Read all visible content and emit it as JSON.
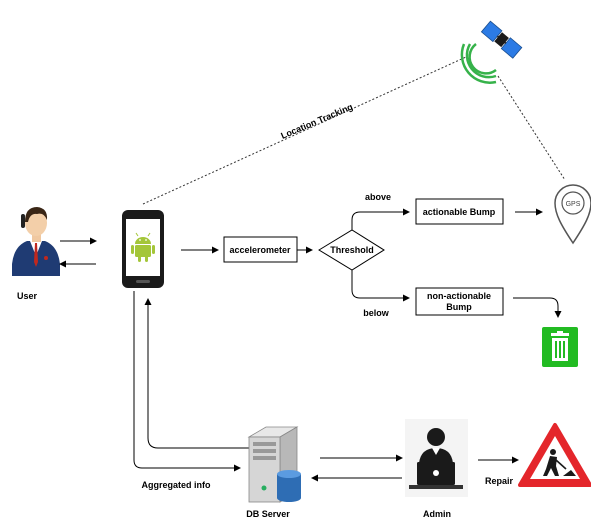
{
  "nodes": {
    "user": "User",
    "accelerometer": "accelerometer",
    "threshold": "Threshold",
    "actionable": "actionable Bump",
    "non_actionable_line1": "non-actionable",
    "non_actionable_line2": "Bump",
    "db_server": "DB Server",
    "admin": "Admin",
    "gps": "GPS"
  },
  "edges": {
    "location_tracking": "Location Tracking",
    "above": "above",
    "below": "below",
    "aggregated_info": "Aggregated info",
    "repair": "Repair"
  },
  "icons": [
    "user-avatar-icon",
    "android-phone-icon",
    "satellite-icon",
    "gps-pin-icon",
    "trash-icon",
    "server-database-icon",
    "admin-laptop-icon",
    "road-work-sign-icon"
  ],
  "colors": {
    "android_green": "#a4c639",
    "trash_green": "#22bb22",
    "warning_red": "#e4262b",
    "server_blue": "#2e6db4",
    "satellite_blue": "#2c7be5",
    "signal_green": "#36b24a"
  }
}
